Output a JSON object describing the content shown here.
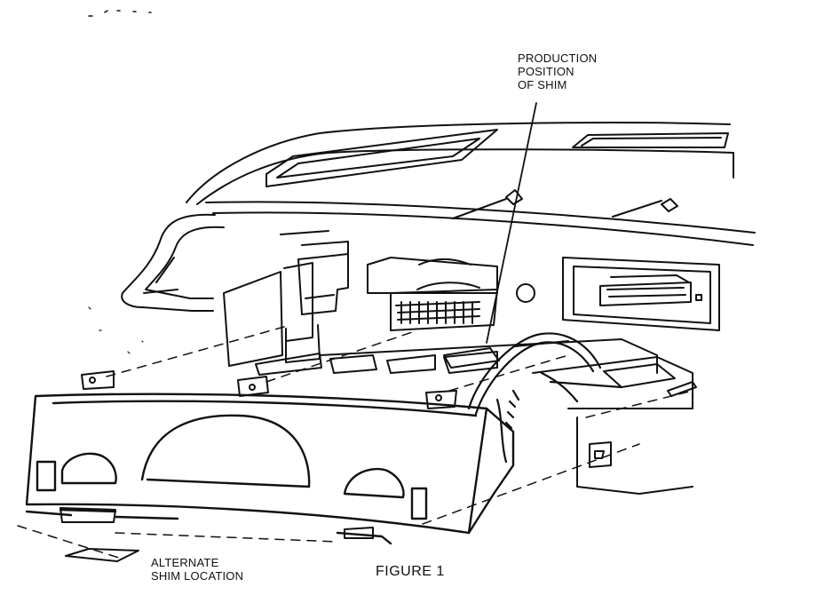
{
  "labels": {
    "production_position": [
      "PRODUCTION",
      "POSITION",
      "OF SHIM"
    ],
    "alternate_location": [
      "ALTERNATE",
      "SHIM LOCATION"
    ],
    "figure_caption": "FIGURE 1"
  },
  "colors": {
    "ink": "#111111",
    "paper": "#ffffff"
  }
}
